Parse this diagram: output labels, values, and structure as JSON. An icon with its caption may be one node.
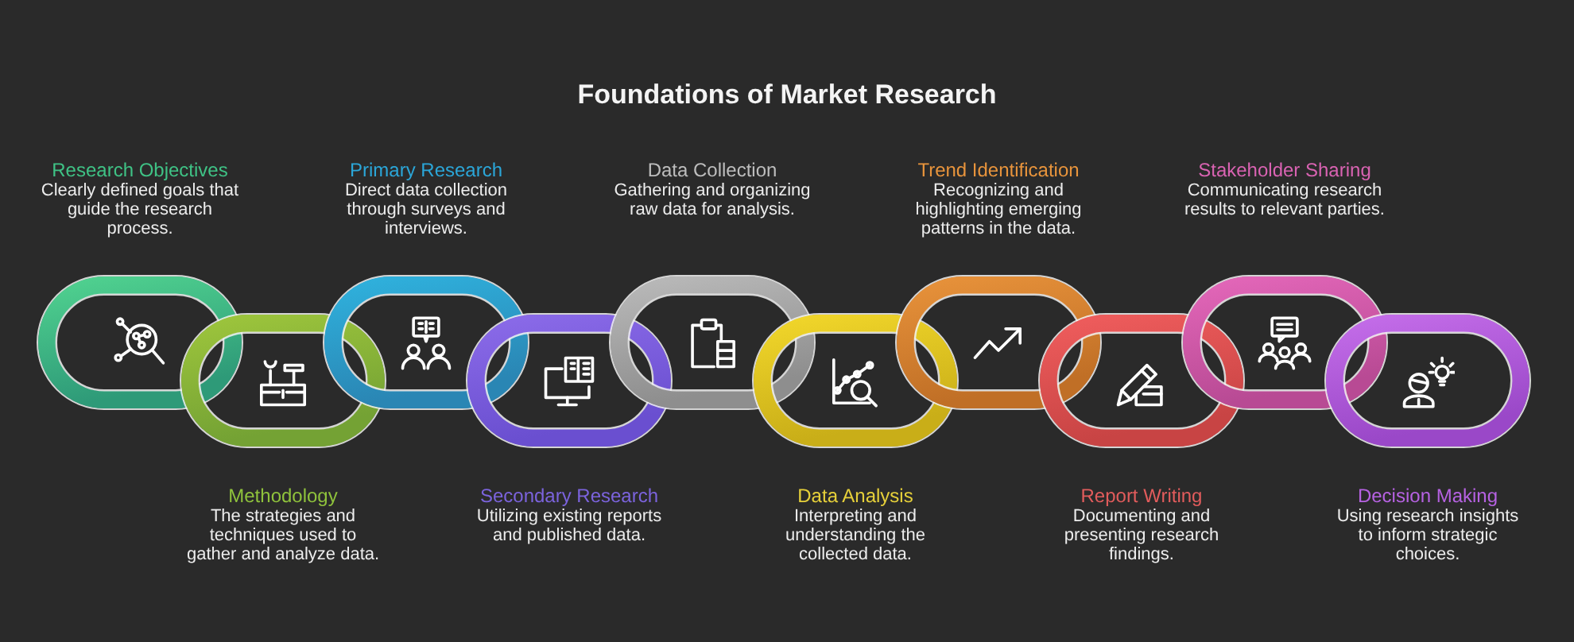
{
  "diagram": {
    "title": "Foundations of Market Research",
    "nodes": [
      {
        "text": [],
        "shape": "ring",
        "beside": [
          "Research Objectives",
          "Clearly defined goals that guide the research process."
        ]
      },
      {
        "text": [],
        "shape": "ring",
        "beside": [
          "Methodology",
          "The strategies and techniques used to gather and analyze data."
        ]
      },
      {
        "text": [],
        "shape": "ring",
        "beside": [
          "Primary Research",
          "Direct data collection through surveys and interviews."
        ]
      },
      {
        "text": [],
        "shape": "ring",
        "beside": [
          "Secondary Research",
          "Utilizing existing reports and published data."
        ]
      },
      {
        "text": [],
        "shape": "ring",
        "beside": [
          "Data Collection",
          "Gathering and organizing raw data for analysis."
        ]
      },
      {
        "text": [],
        "shape": "ring",
        "beside": [
          "Data Analysis",
          "Interpreting and understanding the collected data."
        ]
      },
      {
        "text": [],
        "shape": "ring",
        "beside": [
          "Trend Identification",
          "Recognizing and highlighting emerging patterns in the data."
        ]
      },
      {
        "text": [],
        "shape": "ring",
        "beside": [
          "Report Writing",
          "Documenting and presenting research findings."
        ]
      },
      {
        "text": [],
        "shape": "ring",
        "beside": [
          "Stakeholder Sharing",
          "Communicating research results to relevant parties."
        ]
      },
      {
        "text": [],
        "shape": "ring",
        "beside": [
          "Decision Making",
          "Using research insights to inform strategic choices."
        ]
      }
    ]
  }
}
